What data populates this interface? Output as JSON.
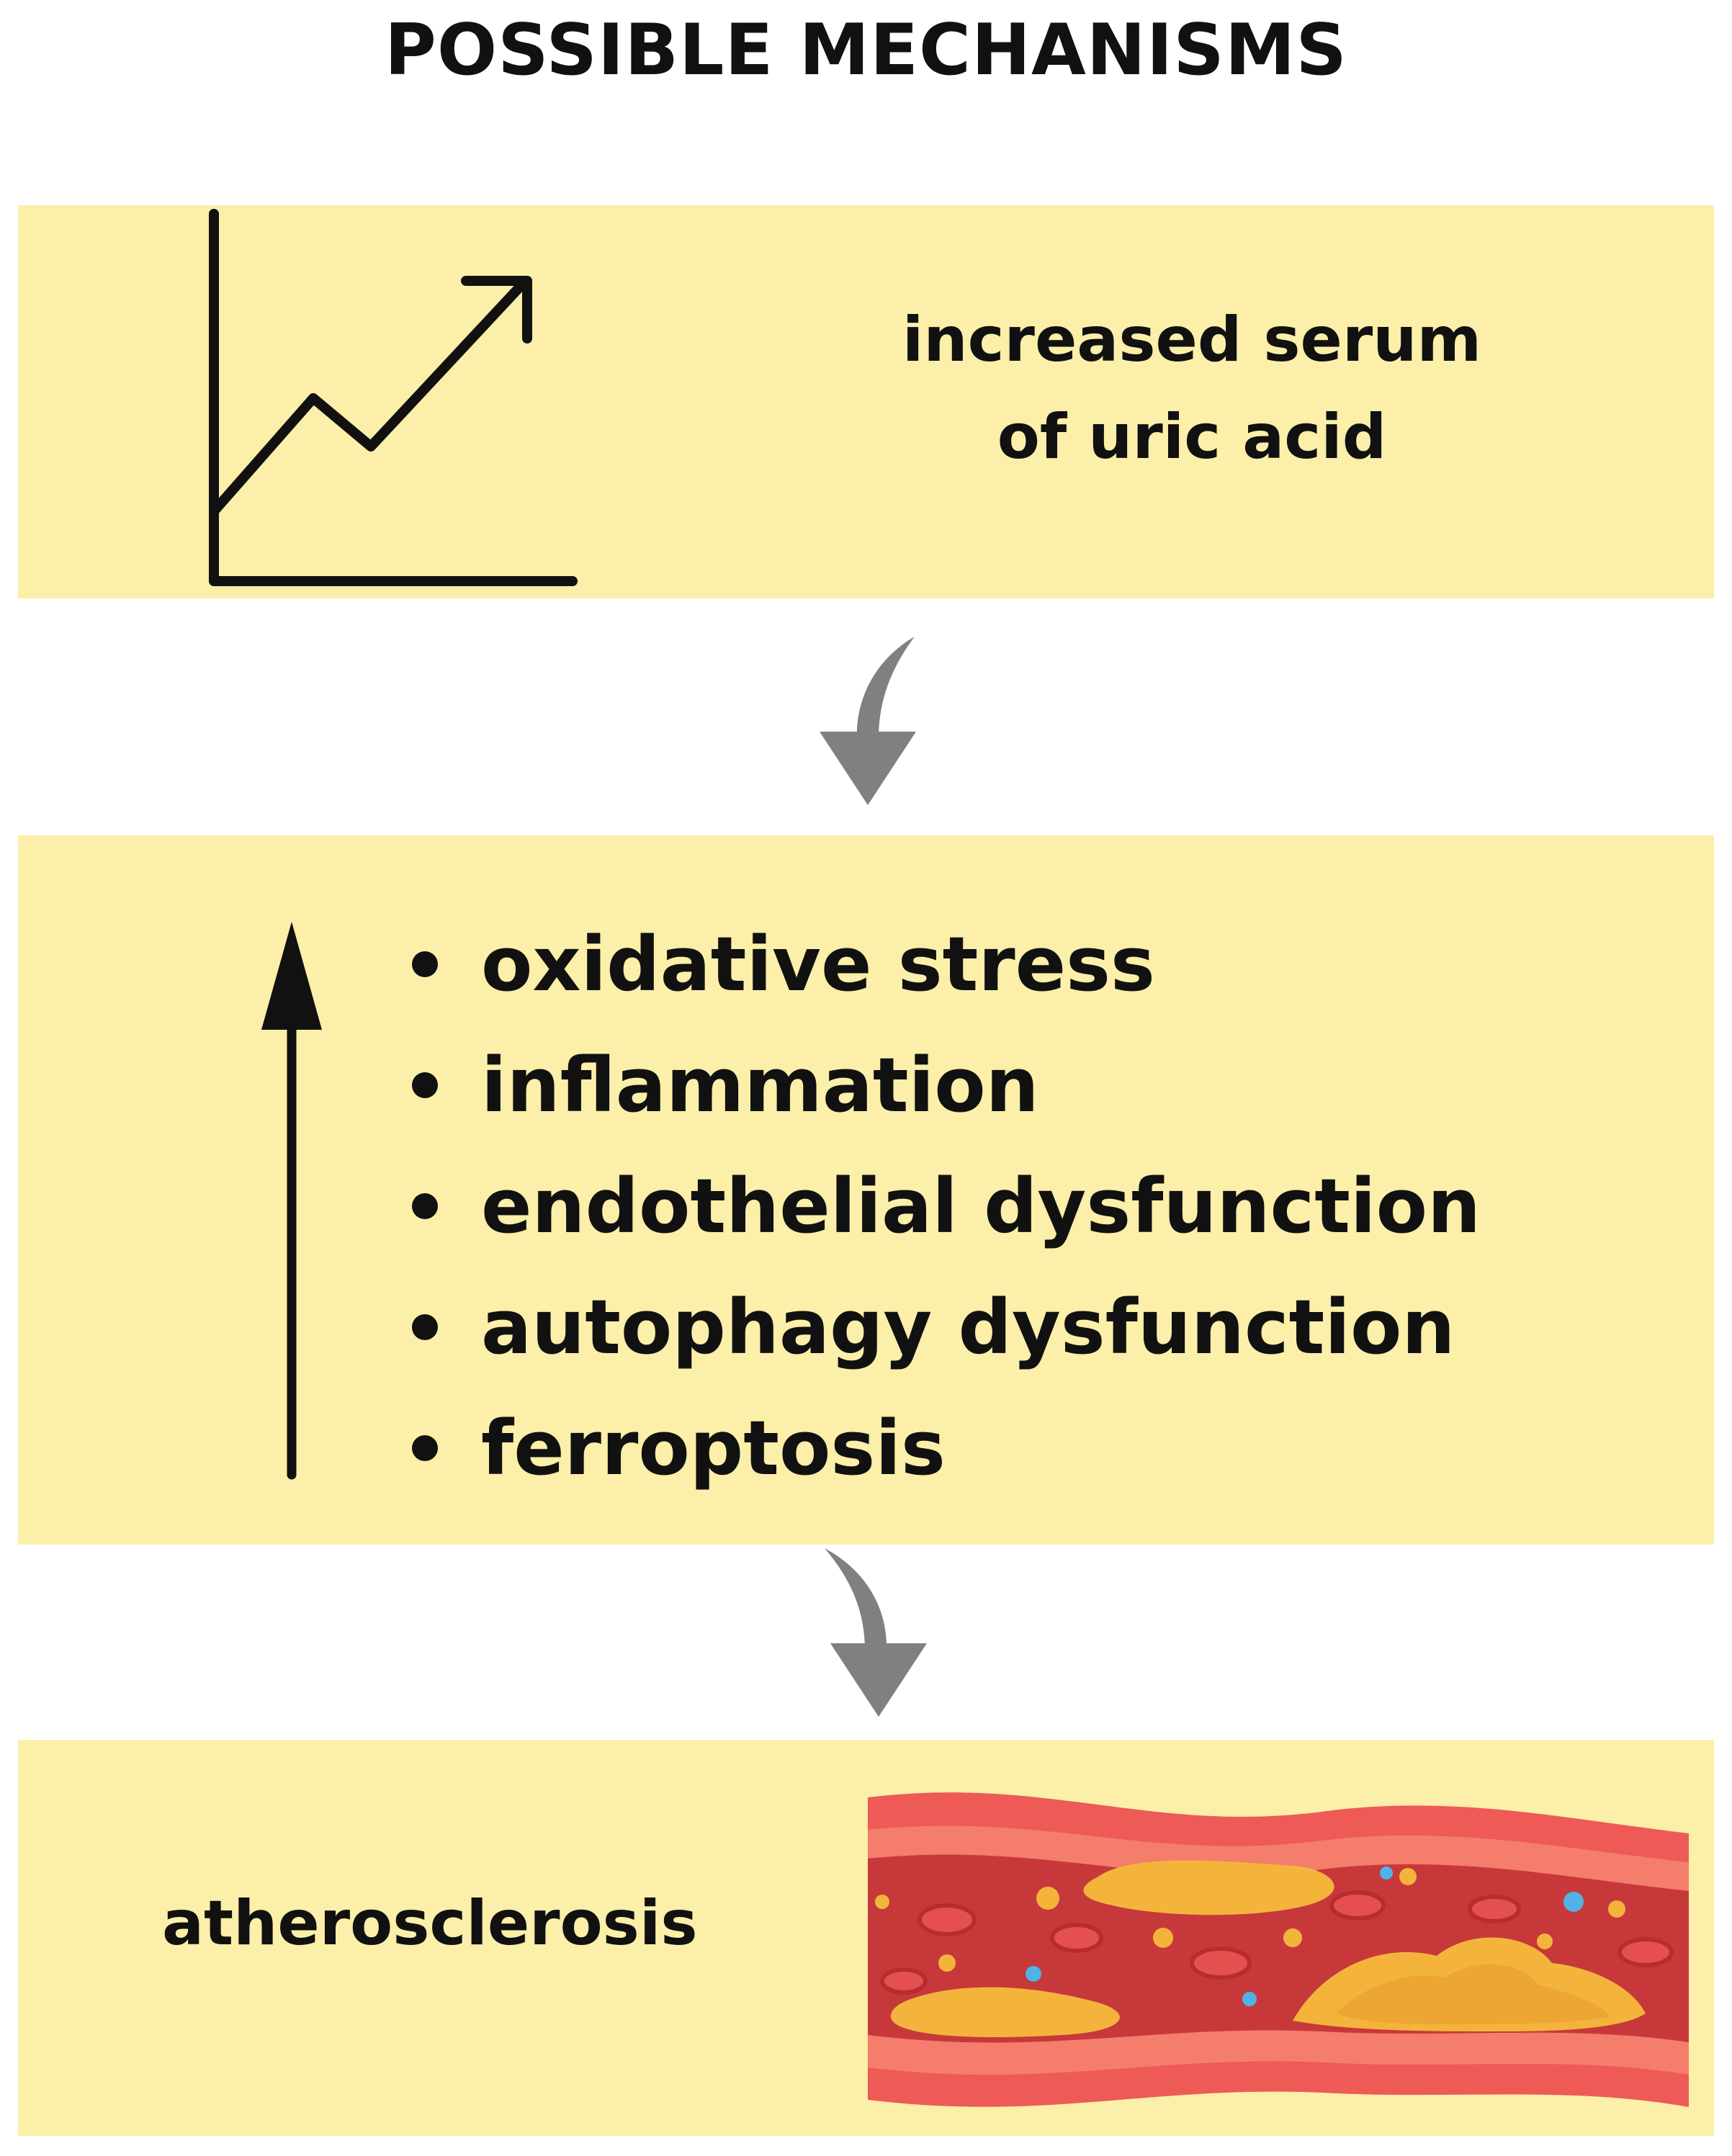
{
  "title": "POSSIBLE MECHANISMS",
  "serum": {
    "line1": "increased serum",
    "line2": "of uric acid",
    "icon": "trending-up-chart-icon"
  },
  "mechanisms": {
    "icon": "arrow-up-icon",
    "items": [
      "oxidative stress",
      "inflammation",
      "endothelial dysfunction",
      "autophagy dysfunction",
      "ferroptosis"
    ]
  },
  "outcome": {
    "label": "atherosclerosis",
    "icon": "artery-plaque-icon"
  },
  "colors": {
    "panel": "#fbefa9",
    "flow_arrow": "#808080",
    "text": "#111111",
    "vessel_wall": "#ee5a55",
    "vessel_lumen": "#c7383b",
    "plaque": "#f4b43c"
  }
}
